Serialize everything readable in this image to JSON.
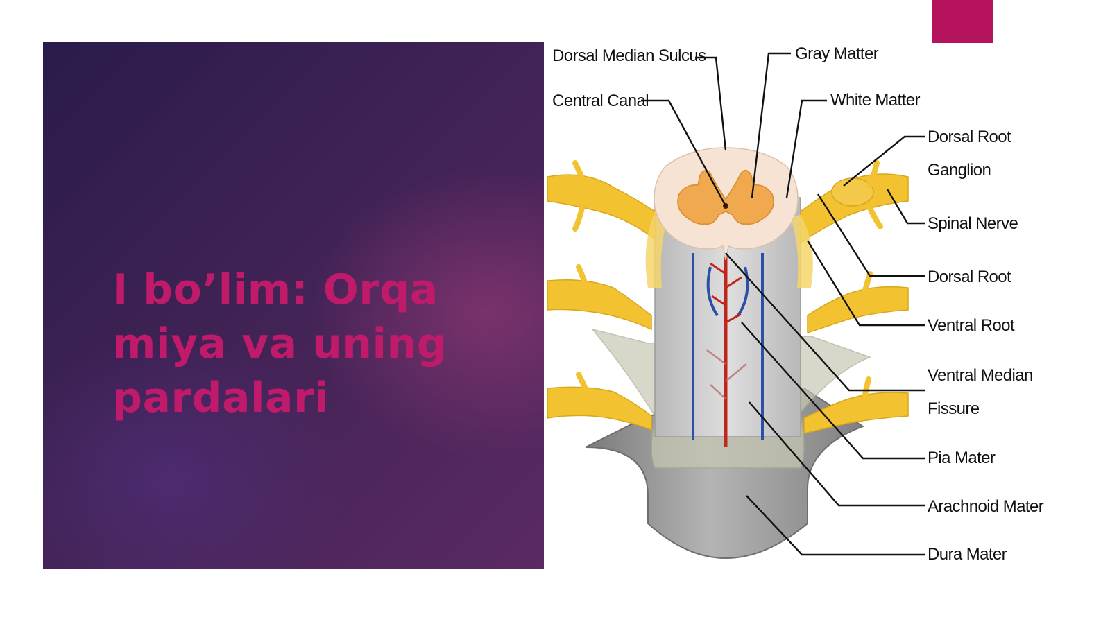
{
  "slide": {
    "title": "I bo’lim: Orqa miya va uning pardalari"
  },
  "diagram": {
    "labels": {
      "dorsal_median_sulcus": "Dorsal Median Sulcus",
      "gray_matter": "Gray Matter",
      "central_canal": "Central Canal",
      "white_matter": "White Matter",
      "dorsal_root_ganglion_line1": "Dorsal Root",
      "dorsal_root_ganglion_line2": "Ganglion",
      "spinal_nerve": "Spinal Nerve",
      "dorsal_root": "Dorsal Root",
      "ventral_root": "Ventral Root",
      "ventral_median_fissure_line1": "Ventral Median",
      "ventral_median_fissure_line2": "Fissure",
      "pia_mater": "Pia Mater",
      "arachnoid_mater": "Arachnoid Mater",
      "dura_mater": "Dura Mater"
    }
  },
  "colors": {
    "accent": "#b5135e",
    "title_text": "#c01a6b",
    "panel_dark": "#2a1c4a",
    "panel_mid": "#5a2a62",
    "nerve_yellow": "#f2c230",
    "gray_matter": "#f0a94e",
    "white_matter": "#f6e3d4",
    "dura": "#8c8c8c",
    "artery": "#c0271c",
    "vein": "#2c4fa8"
  }
}
